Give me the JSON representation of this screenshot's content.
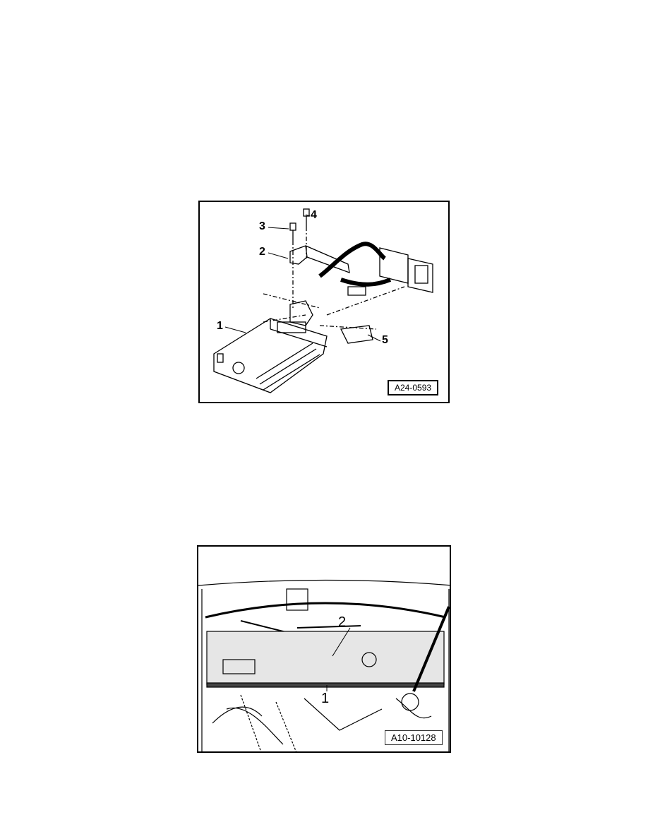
{
  "figures": [
    {
      "id": "A24-0593",
      "callouts": [
        "1",
        "2",
        "3",
        "4",
        "5"
      ]
    },
    {
      "id": "A10-10128",
      "callouts": [
        "1",
        "2"
      ]
    }
  ]
}
